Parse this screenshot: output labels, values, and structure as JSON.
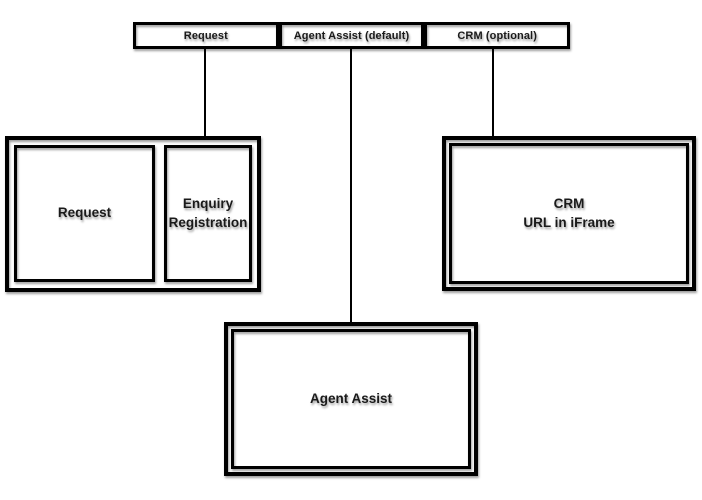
{
  "header": {
    "cells": [
      {
        "label": "Request"
      },
      {
        "label": "Agent Assist (default)"
      },
      {
        "label": "CRM (optional)"
      }
    ]
  },
  "nodes": {
    "request_group": {
      "request": "Request",
      "enquiry_registration": "Enquiry Registration"
    },
    "crm": {
      "line1": "CRM",
      "line2": "URL in iFrame"
    },
    "agent_assist": "Agent Assist"
  },
  "colors": {
    "border": "#000000",
    "fill": "#ffffff",
    "text": "#1a1a1a"
  }
}
